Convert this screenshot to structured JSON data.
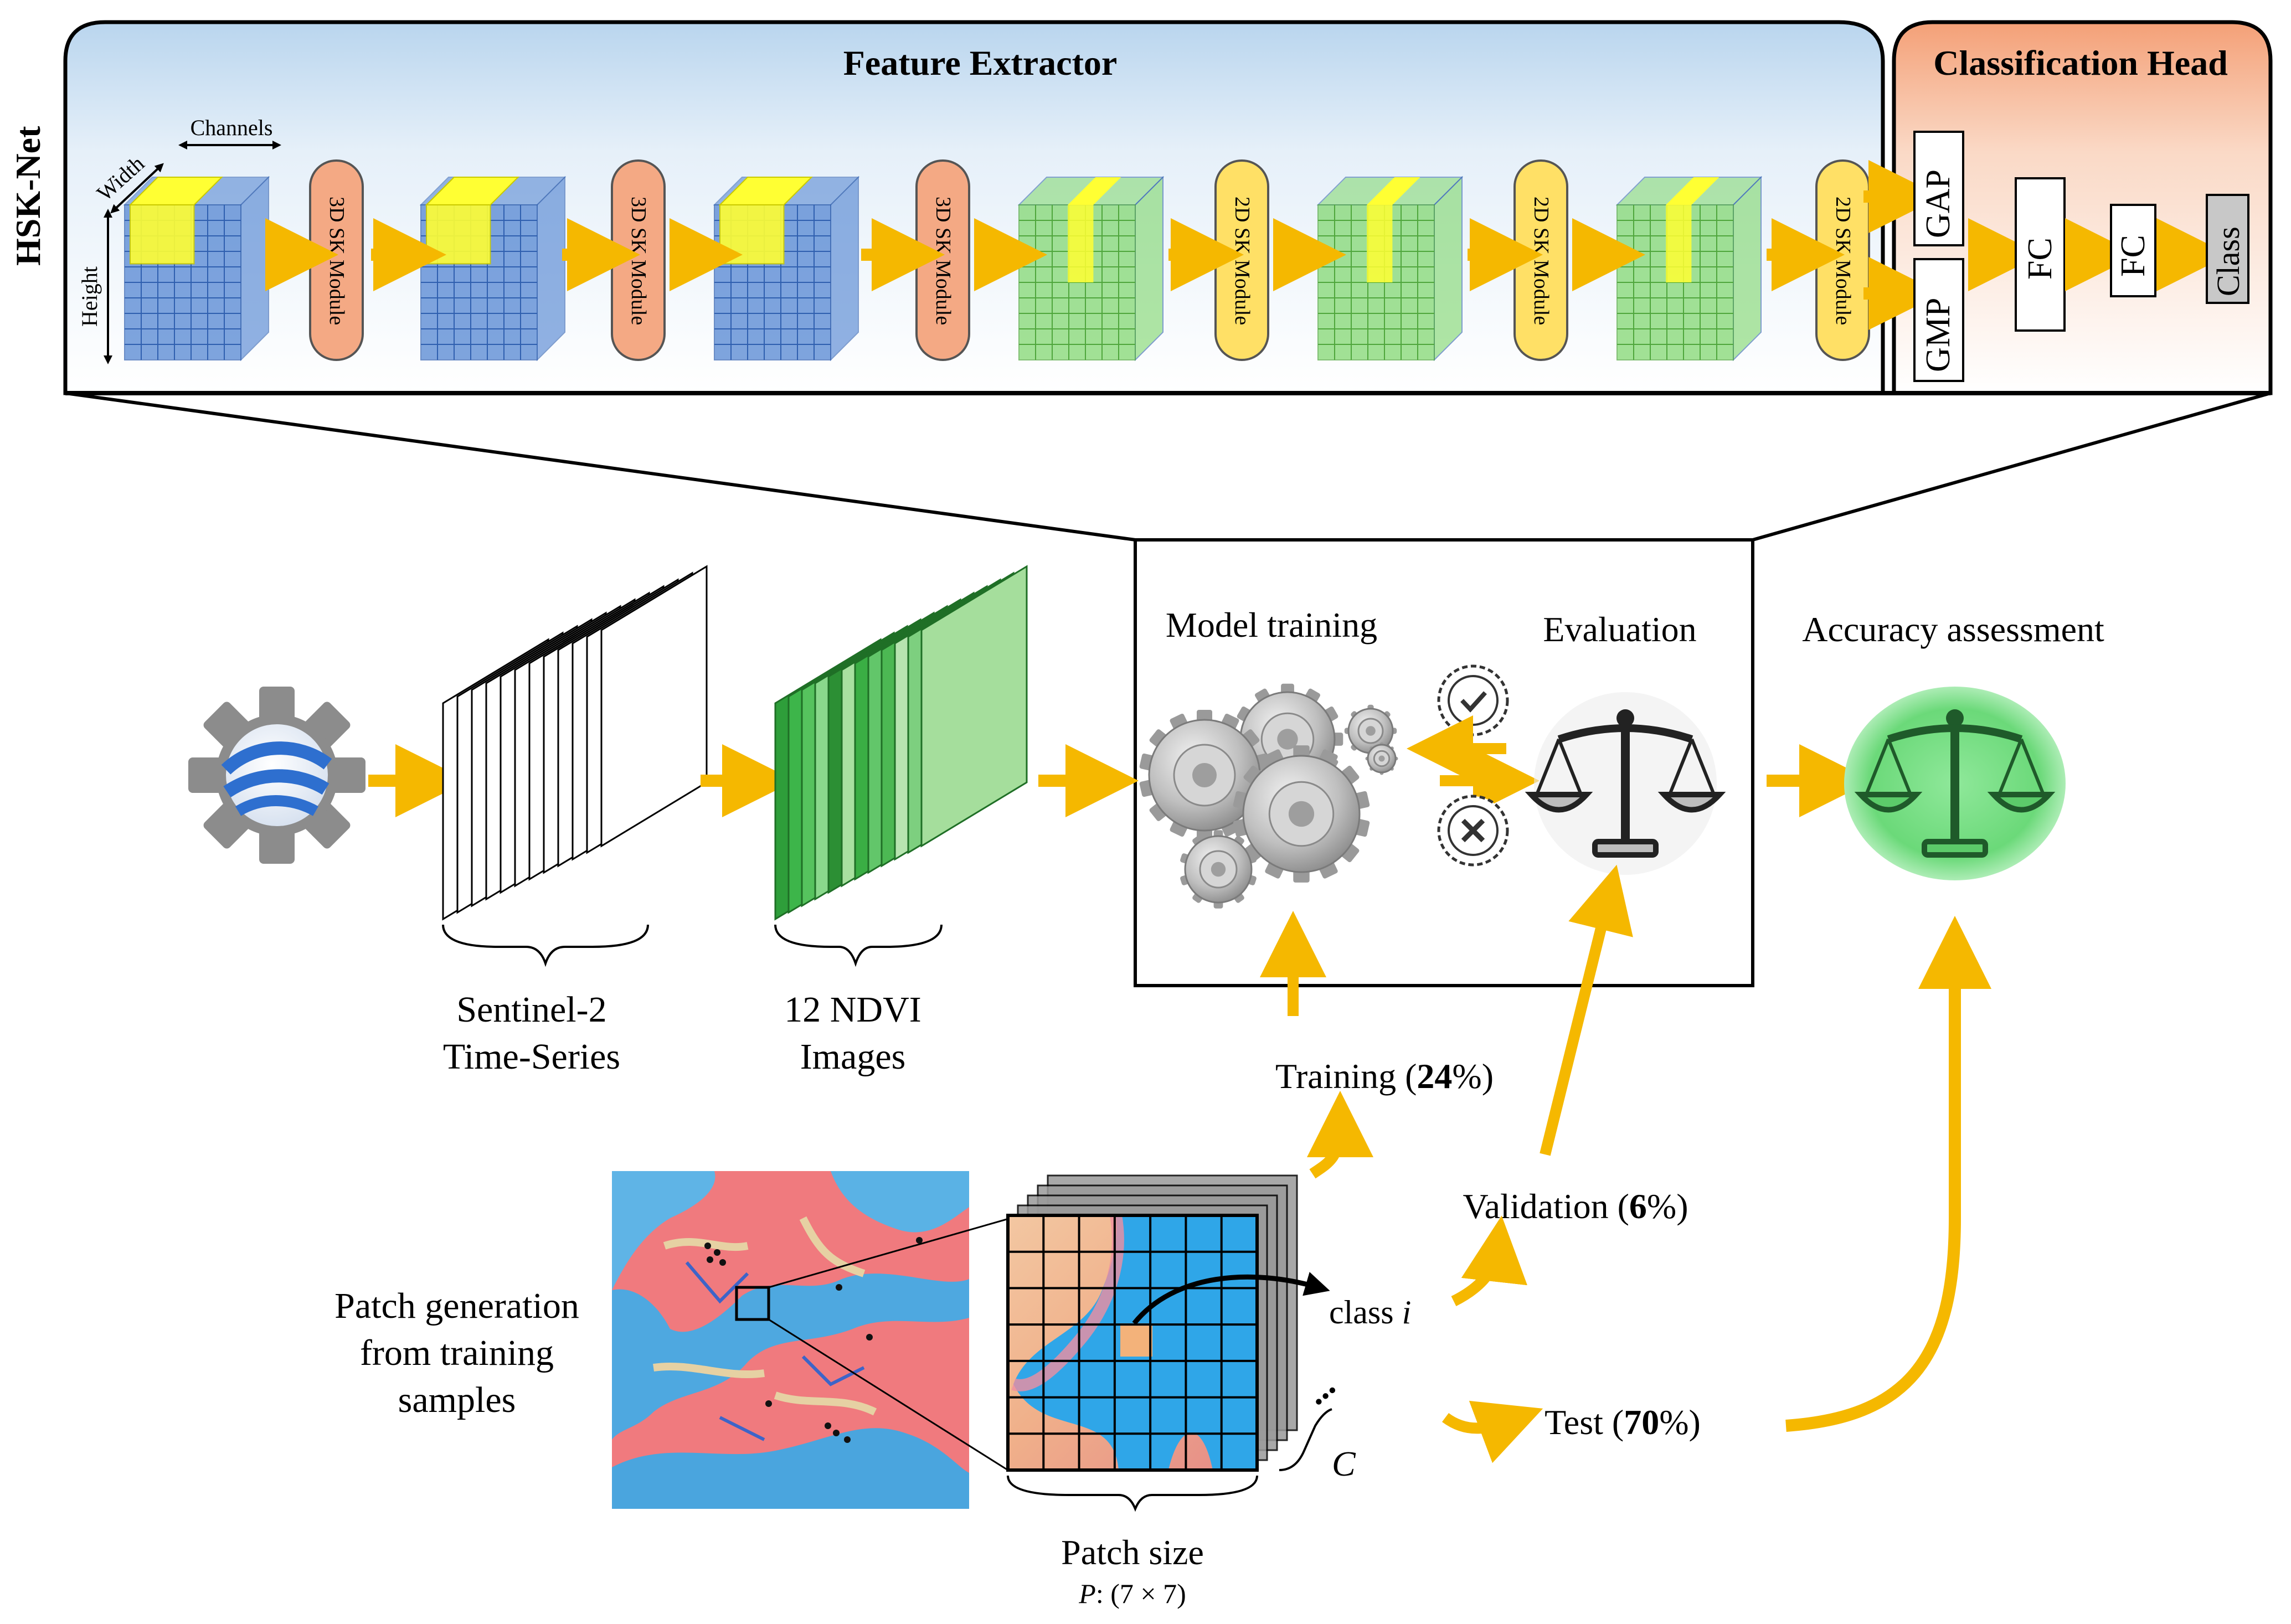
{
  "side_label": "HSK-Net",
  "feature_extractor": {
    "title": "Feature Extractor",
    "cube_axes": {
      "channels": "Channels",
      "width": "Width",
      "height": "Height"
    },
    "modules": [
      "3D SK Module",
      "3D SK Module",
      "3D SK Module",
      "2D SK Module",
      "2D SK Module",
      "2D SK Module"
    ]
  },
  "classification_head": {
    "title": "Classification Head",
    "gap": "GAP",
    "gmp": "GMP",
    "fc1": "FC",
    "fc2": "FC",
    "class": "Class"
  },
  "pipeline": {
    "sentinel_label_line1": "Sentinel-2",
    "sentinel_label_line2": "Time-Series",
    "ndvi_label_line1": "12 NDVI",
    "ndvi_label_line2": "Images",
    "model_training": "Model training",
    "evaluation": "Evaluation",
    "accuracy_assessment": "Accuracy assessment"
  },
  "splits": {
    "training_text": "Training (",
    "training_pct": "24",
    "validation_text": "Validation (",
    "validation_pct": "6",
    "test_text": "Test (",
    "test_pct": "70",
    "pct_close": "%)"
  },
  "patch": {
    "generation_line1": "Patch generation",
    "generation_line2": "from training",
    "generation_line3": "samples",
    "class_text": "class ",
    "class_var": "i",
    "channels_var": "C",
    "ellipsis": "...",
    "size_label": "Patch size",
    "size_var": "P",
    "size_value": ": (7 × 7)"
  },
  "colors": {
    "arrow": "#F5B800",
    "module_3d": "#F4A984",
    "module_2d": "#FFE066",
    "blue_cube": "#4A7FD0",
    "green_cube": "#7CD66A",
    "yellow_highlight": "#FFFF33",
    "fe_header_top": "#BFD9EF",
    "ch_header_top": "#F7A77E"
  }
}
